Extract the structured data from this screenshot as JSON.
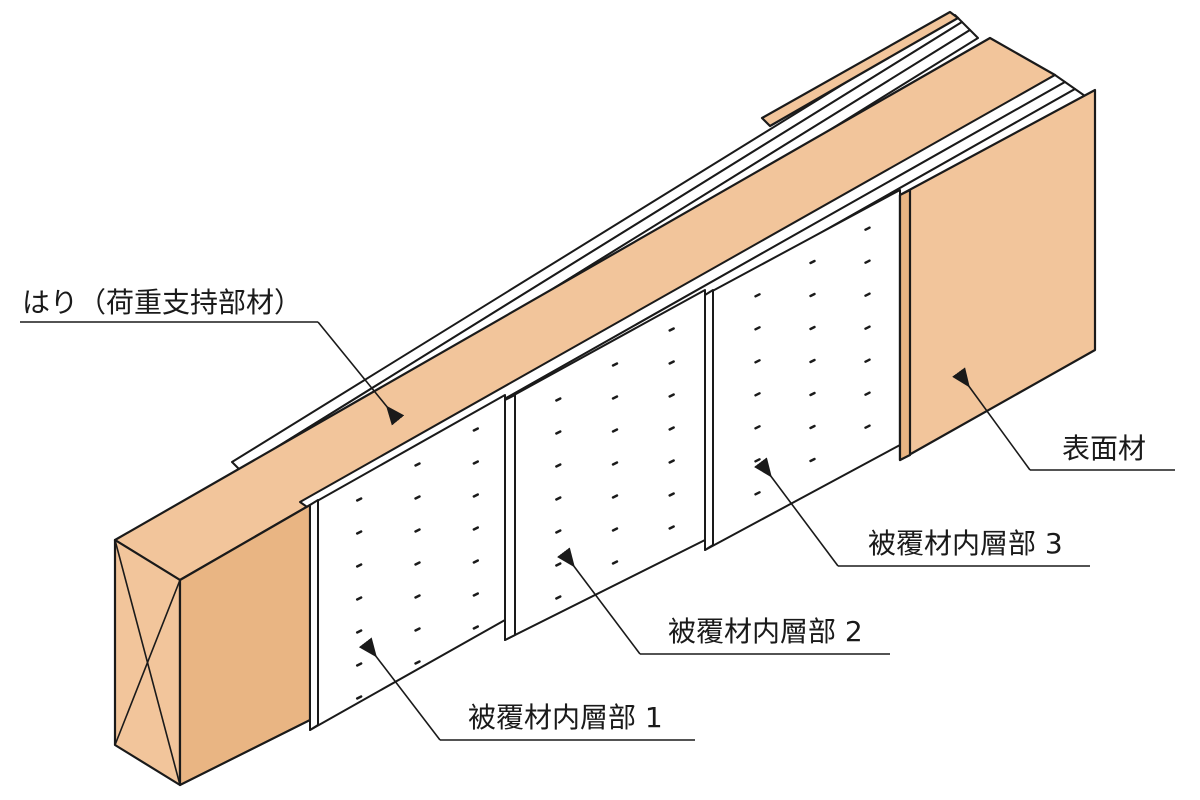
{
  "labels": {
    "beam": "はり（荷重支持部材）",
    "surface": "表面材",
    "inner3": "被覆材内層部 3",
    "inner2": "被覆材内層部 2",
    "inner1": "被覆材内層部 1"
  },
  "colors": {
    "wood": "#f2c59b",
    "wood_shade": "#e9b583",
    "board": "#ffffff",
    "outline": "#1a1a1a"
  }
}
